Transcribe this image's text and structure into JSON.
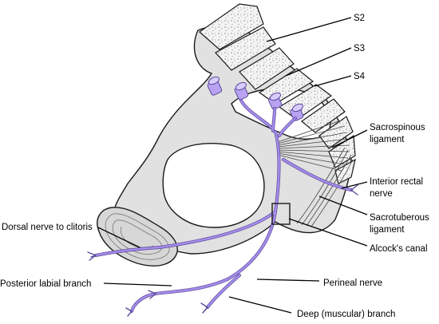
{
  "labels": {
    "s2": "S2",
    "s3": "S3",
    "s4": "S4",
    "sacrospinous_1": "Sacrospinous",
    "sacrospinous_2": "ligament",
    "inferior_rectal_1": "Interior rectal",
    "inferior_rectal_2": "nerve",
    "sacrotuberous_1": "Sacrotuberous",
    "sacrotuberous_2": "ligament",
    "alcocks_canal": "Alcock's canal",
    "dorsal_nerve": "Dorsal nerve to clitoris",
    "posterior_labial": "Posterior labial branch",
    "perineal_nerve": "Perineal nerve",
    "deep_branch": "Deep (muscular) branch"
  },
  "colors": {
    "bone": "#e1e1e1",
    "bone_dark": "#c4c4c4",
    "outline": "#1a1a1a",
    "nerve": "#a58bea",
    "nerve_edge": "#5a4a99",
    "ligament": "#f2f2f2"
  }
}
